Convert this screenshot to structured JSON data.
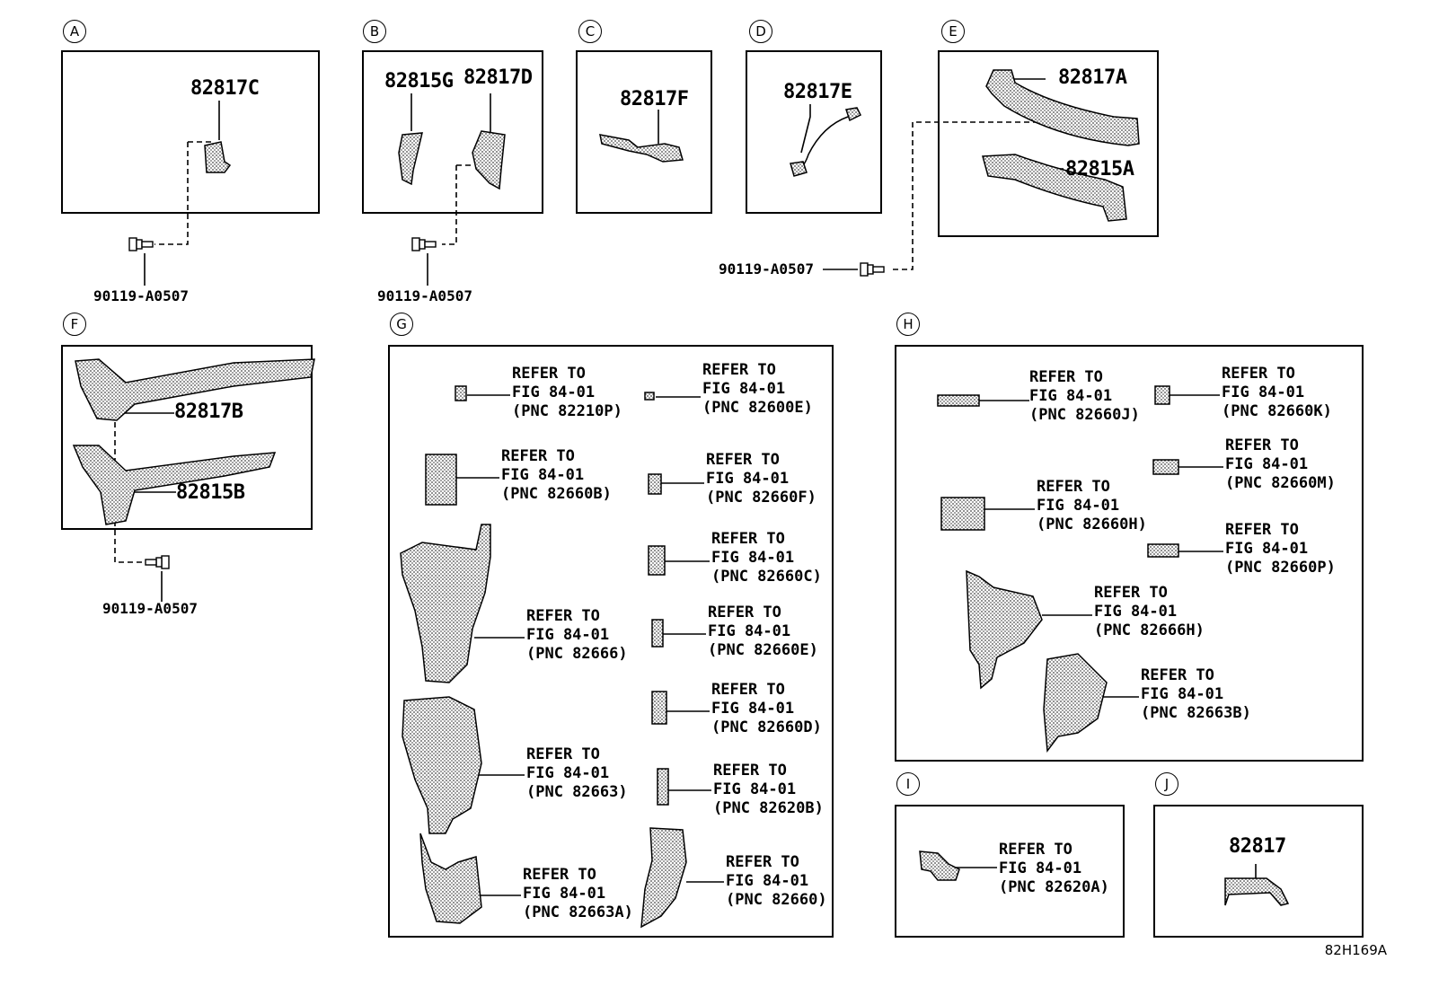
{
  "section_labels": [
    "A",
    "B",
    "C",
    "D",
    "E",
    "F",
    "G",
    "H",
    "I",
    "J"
  ],
  "parts": {
    "a": "82817C",
    "b1": "82815G",
    "b2": "82817D",
    "c": "82817F",
    "d": "82817E",
    "e1": "82817A",
    "e2": "82815A",
    "f1": "82817B",
    "f2": "82815B",
    "j": "82817"
  },
  "bolt_label": "90119-A0507",
  "refer": {
    "l1": "REFER TO",
    "l2": "FIG 84-01"
  },
  "pnc": {
    "g1": "(PNC 82210P)",
    "g2": "(PNC 82600E)",
    "g3": "(PNC 82660B)",
    "g4": "(PNC 82660F)",
    "g5": "(PNC 82660C)",
    "g6": "(PNC 82666)",
    "g7": "(PNC 82660E)",
    "g8": "(PNC 82660D)",
    "g9": "(PNC 82663)",
    "g10": "(PNC 82620B)",
    "g11": "(PNC 82663A)",
    "g12": "(PNC 82660)",
    "h1": "(PNC 82660J)",
    "h2": "(PNC 82660K)",
    "h3": "(PNC 82660M)",
    "h4": "(PNC 82660H)",
    "h5": "(PNC 82660P)",
    "h6": "(PNC 82666H)",
    "h7": "(PNC 82663B)",
    "i1": "(PNC 82620A)"
  },
  "diagram_code": "82H169A"
}
